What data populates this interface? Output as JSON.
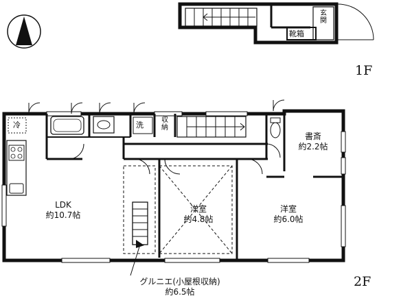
{
  "floors": {
    "first": "1F",
    "second": "2F"
  },
  "first_floor": {
    "entrance_label": "玄関",
    "shoe_box_label": "靴箱"
  },
  "rooms": {
    "ldk": {
      "name": "LDK",
      "size": "約10.7帖"
    },
    "western_center": {
      "name": "洋室",
      "size": "約4.8帖"
    },
    "western_right": {
      "name": "洋室",
      "size": "約6.0帖"
    },
    "study": {
      "name": "書斎",
      "size": "約2.2帖"
    }
  },
  "fixtures": {
    "fridge": "冷",
    "washer": "洗",
    "storage": "収納"
  },
  "loft": {
    "line1": "グルニエ(小屋根収納)",
    "line2": "約6.5帖"
  },
  "north_symbol": "north-arrow"
}
